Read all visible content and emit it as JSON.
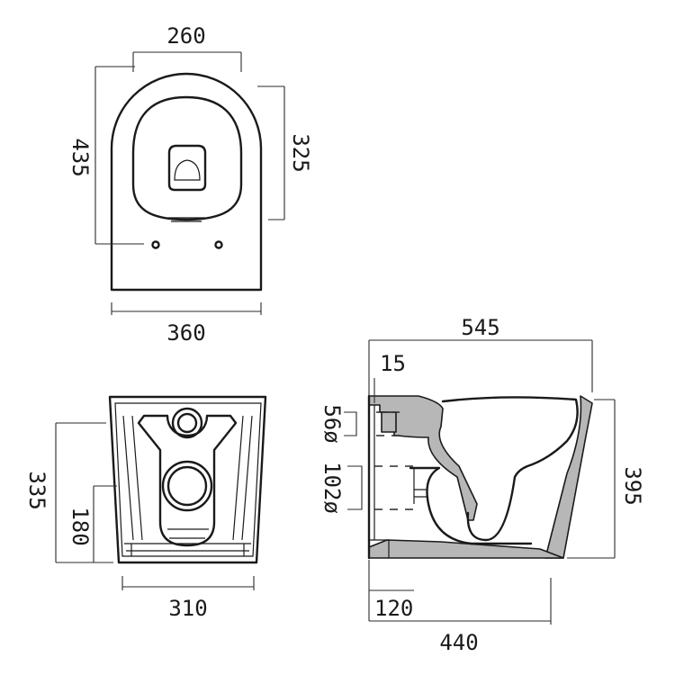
{
  "top_view": {
    "dims": {
      "width_top": "260",
      "depth_left": "435",
      "depth_right": "325",
      "width_bottom": "360"
    }
  },
  "front_view": {
    "dims": {
      "height_total": "335",
      "height_inlet": "180",
      "width_base": "310"
    }
  },
  "side_view": {
    "dims": {
      "length_top": "545",
      "offset_top": "15",
      "inlet_56": "56ø",
      "outlet_102": "102ø",
      "height_right": "395",
      "offset_bottom": "120",
      "length_bottom": "440"
    },
    "colors": {
      "section_fill": "#b7b7b7"
    }
  }
}
